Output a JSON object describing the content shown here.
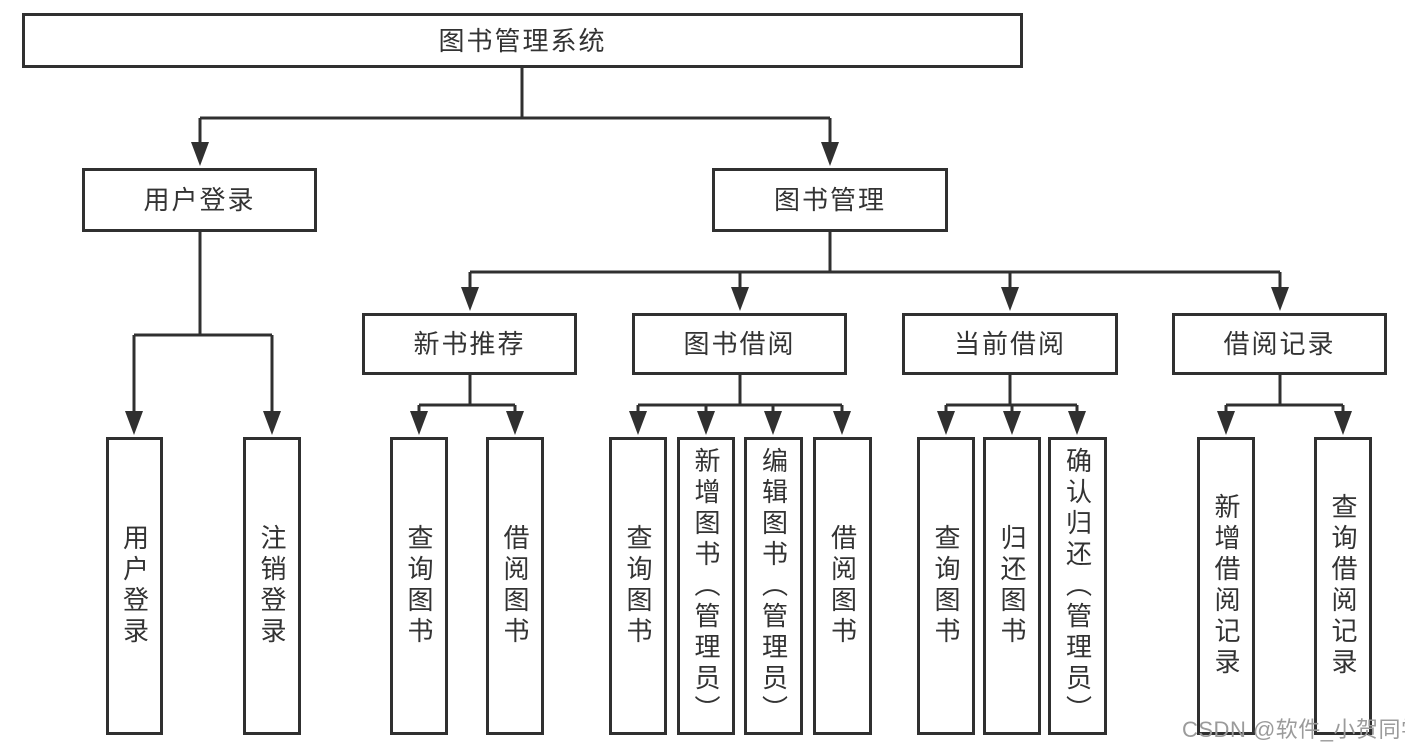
{
  "tree": {
    "root": "图书管理系统",
    "branches": [
      {
        "label": "用户登录",
        "children": [
          "用户登录",
          "注销登录"
        ]
      },
      {
        "label": "图书管理",
        "groups": [
          {
            "label": "新书推荐",
            "children": [
              "查询图书",
              "借阅图书"
            ]
          },
          {
            "label": "图书借阅",
            "children": [
              "查询图书",
              "新增图书（管理员）",
              "编辑图书（管理员）",
              "借阅图书"
            ]
          },
          {
            "label": "当前借阅",
            "children": [
              "查询图书",
              "归还图书",
              "确认归还（管理员）"
            ]
          },
          {
            "label": "借阅记录",
            "children": [
              "新增借阅记录",
              "查询借阅记录"
            ]
          }
        ]
      }
    ]
  },
  "watermark": {
    "text": "CSDN @软件_小贺同学"
  },
  "colors": {
    "line": "#303030",
    "text": "#333333",
    "watermark": "#9b9b9b",
    "background": "#ffffff"
  }
}
